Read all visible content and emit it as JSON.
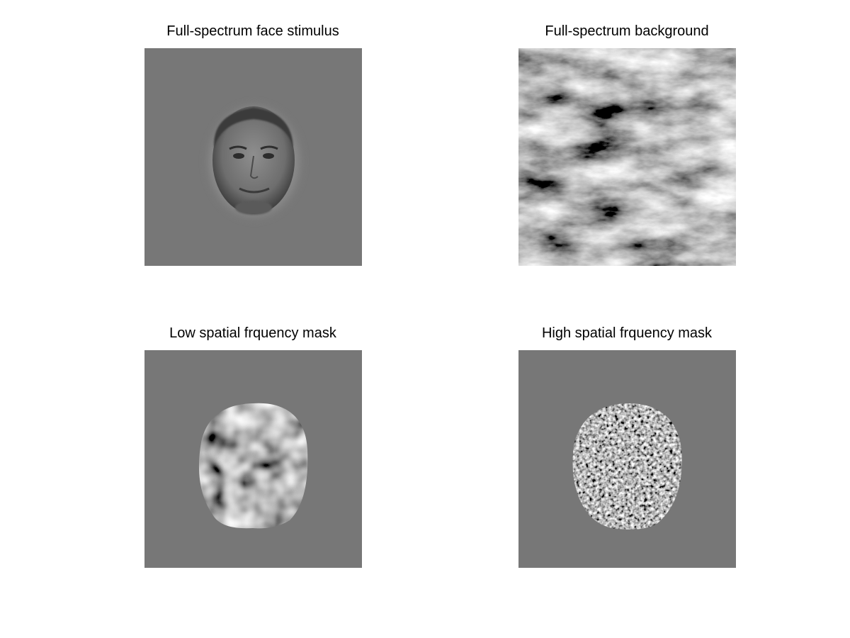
{
  "panels": [
    {
      "id": "face",
      "title": "Full-spectrum face stimulus"
    },
    {
      "id": "background",
      "title": "Full-spectrum background"
    },
    {
      "id": "low",
      "title": "Low spatial frquency mask"
    },
    {
      "id": "high",
      "title": "High spatial frquency mask"
    }
  ],
  "colors": {
    "gray": "#777777"
  }
}
